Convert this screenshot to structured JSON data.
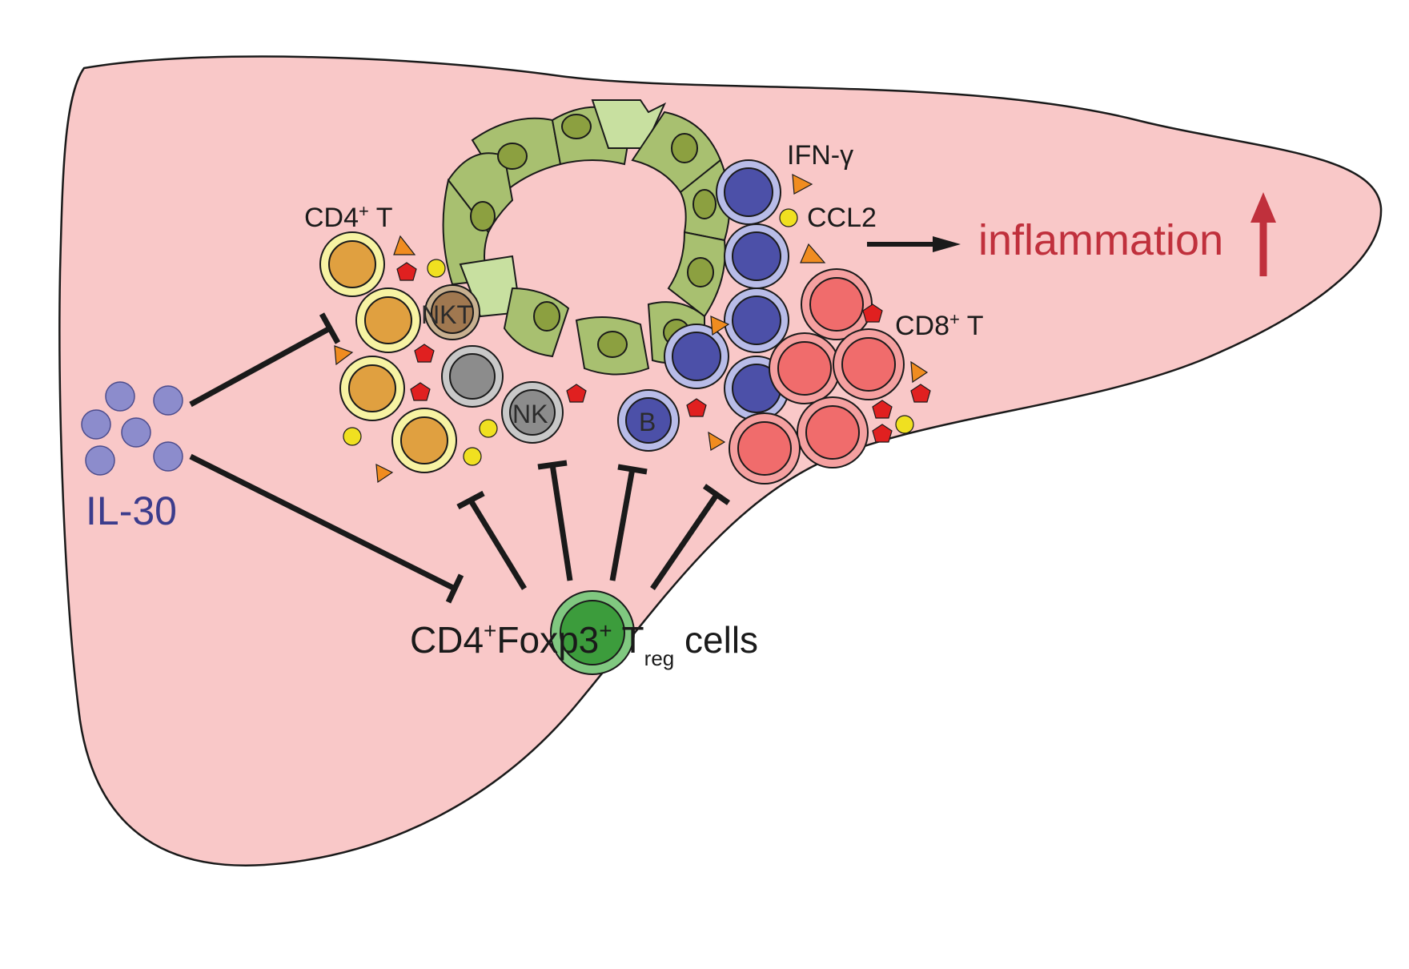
{
  "labels": {
    "il30": "IL-30",
    "cd4t": "CD4",
    "cd4t_sup": "+",
    "cd4t_suffix": " T",
    "cd8t": "CD8",
    "cd8t_sup": "+",
    "cd8t_suffix": " T",
    "nkt": "NKT",
    "nk": "NK",
    "b": "B",
    "ifng": "IFN-γ",
    "ccl2": "CCL2",
    "inflammation": "inflammation",
    "treg_prefix": "CD4",
    "treg_sup1": "+",
    "treg_mid": "Foxp3",
    "treg_sup2": "+",
    "treg_t": " T",
    "treg_sub": "reg",
    "treg_suffix": " cells"
  },
  "colors": {
    "liver": "#f9c8c8",
    "outline": "#1a1a1a",
    "il30": "#8c8ccc",
    "il30_text": "#3c3c8c",
    "cd4_ring": "#f7f3a3",
    "cd4_core": "#e0a040",
    "nkt": "#a07850",
    "nk_ring": "#c8c8c8",
    "nk_core": "#8c8c8c",
    "b_ring": "#b8bce8",
    "b_core": "#4c50a8",
    "cd8_ring": "#f5a0a0",
    "cd8_core": "#f06c6c",
    "bile_cell": "#a8c070",
    "bile_nucleus": "#8ca040",
    "bile_light": "#c8e0a0",
    "treg_ring": "#80c880",
    "treg_core": "#3c9c3c",
    "inflammation": "#c0303c",
    "cytokine_triangle": "#f08c20",
    "cytokine_pentagon": "#e02020",
    "cytokine_circle": "#f0e020"
  }
}
